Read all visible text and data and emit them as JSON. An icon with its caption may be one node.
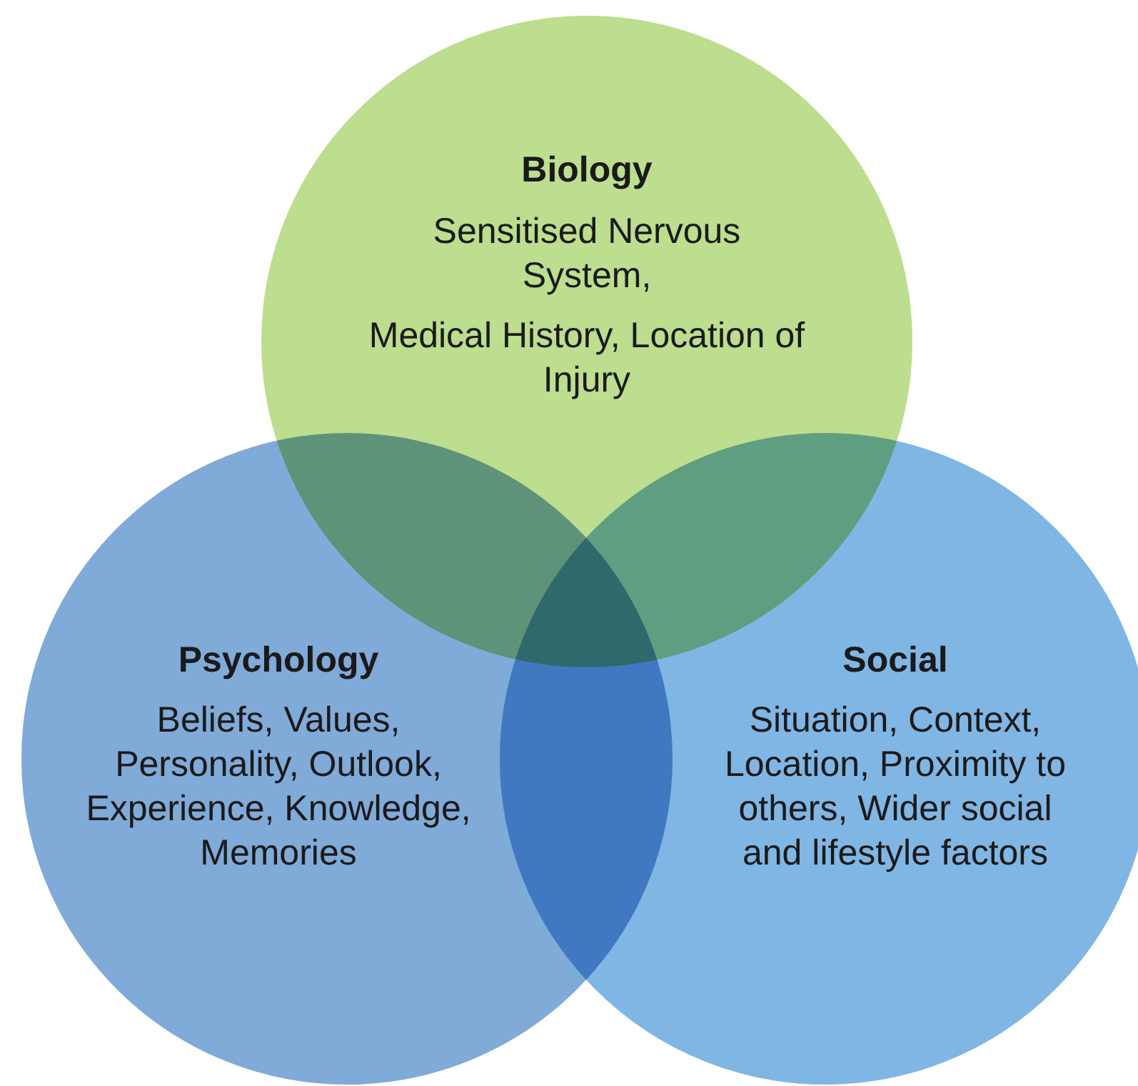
{
  "diagram": {
    "nodes": [
      {
        "text": [
          "Biology",
          "Sensitised Nervous System,",
          "Medical History, Location of Injury"
        ]
      },
      {
        "text": [
          "Psychology",
          "Beliefs, Values, Personality, Outlook, Experience, Knowledge, Memories"
        ]
      },
      {
        "text": [
          "Social",
          "Situation, Context, Location, Proximity to others, Wider social and lifestyle factors"
        ]
      }
    ]
  }
}
